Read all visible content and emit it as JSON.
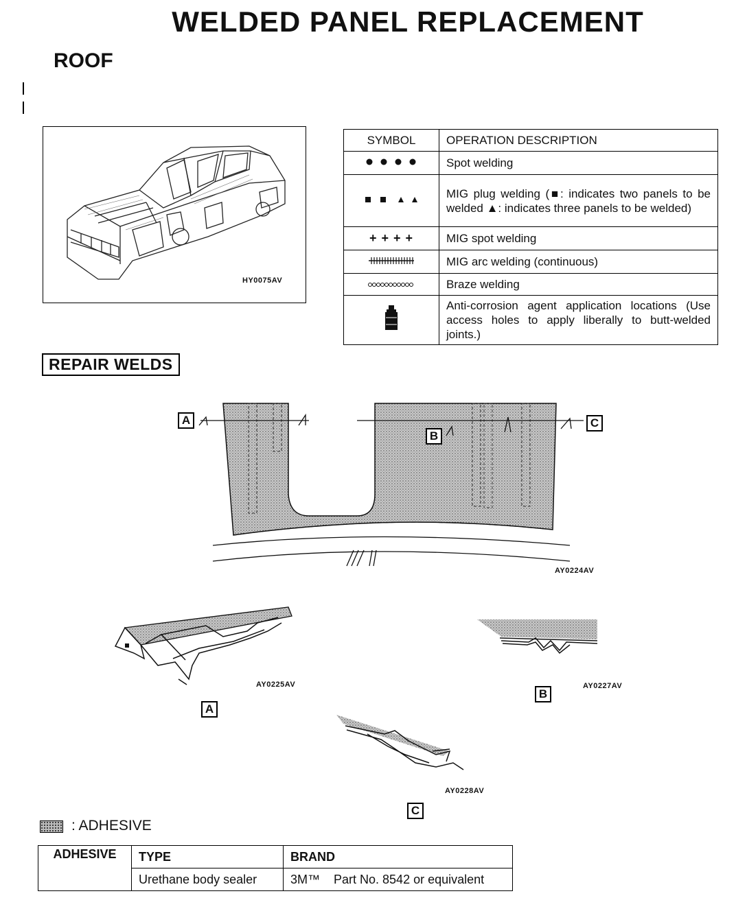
{
  "header": {
    "title": "WELDED PANEL REPLACEMENT",
    "section": "ROOF"
  },
  "car_figure": {
    "code": "HY0075AV"
  },
  "symbol_table": {
    "col_symbol": "SYMBOL",
    "col_description": "OPERATION DESCRIPTION",
    "rows": [
      {
        "symbol": "spot-welding-dots-icon",
        "description": "Spot welding"
      },
      {
        "symbol": "mig-plug-welding-icon",
        "description": "MIG plug welding (■: indicates two panels to be welded ▲: indicates three panels to be welded)"
      },
      {
        "symbol": "mig-spot-welding-icon",
        "description": "MIG spot welding"
      },
      {
        "symbol": "mig-arc-welding-icon",
        "description": "MIG arc welding (continuous)"
      },
      {
        "symbol": "braze-welding-icon",
        "description": "Braze welding"
      },
      {
        "symbol": "anti-corrosion-icon",
        "description": "Anti-corrosion agent application locations (Use access holes to apply liberally to butt-welded joints.)"
      }
    ],
    "plus_symbol": "+ + + +"
  },
  "repair_welds": {
    "label": "REPAIR WELDS"
  },
  "roof_diagram": {
    "code": "AY0224AV",
    "callout_a": "A",
    "callout_b": "B",
    "callout_c": "C"
  },
  "detail_a": {
    "code": "AY0225AV",
    "label": "A"
  },
  "detail_b": {
    "code": "AY0227AV",
    "label": "B"
  },
  "detail_c": {
    "code": "AY0228AV",
    "label": "C"
  },
  "legend": {
    "label": ": ADHESIVE"
  },
  "adhesive_table": {
    "col_adhesive": "ADHESIVE",
    "col_type": "TYPE",
    "col_brand": "BRAND",
    "type_value": "Urethane body sealer",
    "brand_value": "3M™    Part No. 8542 or equivalent"
  },
  "colors": {
    "ink": "#111111",
    "adhesive_fill": "#bbbbbb"
  }
}
